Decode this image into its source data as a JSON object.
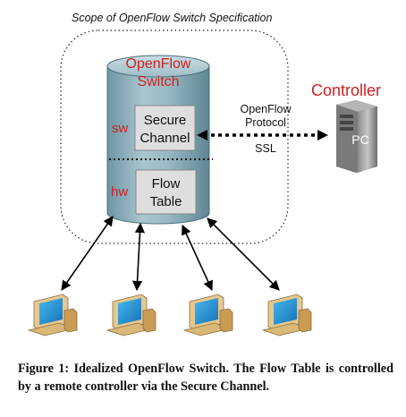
{
  "scope_label": "Scope of OpenFlow Switch Specification",
  "switch": {
    "title_line1": "OpenFlow",
    "title_line2": "Switch",
    "sw_label": "sw",
    "hw_label": "hw",
    "secure_line1": "Secure",
    "secure_line2": "Channel",
    "flow_line1": "Flow",
    "flow_line2": "Table"
  },
  "protocol": {
    "line1": "OpenFlow",
    "line2": "Protocol",
    "line3": "SSL"
  },
  "controller": {
    "label": "Controller",
    "pc_label": "PC"
  },
  "hosts_count_label": "",
  "colors": {
    "red": "#d01f1f",
    "cylinder": "#8fb3bf",
    "box": "#dedede",
    "monitor_screen": "#1e95d6",
    "computer_body": "#e6c890"
  },
  "caption": "Figure 1: Idealized OpenFlow Switch. The Flow Table is controlled by a remote controller via the Secure Channel."
}
